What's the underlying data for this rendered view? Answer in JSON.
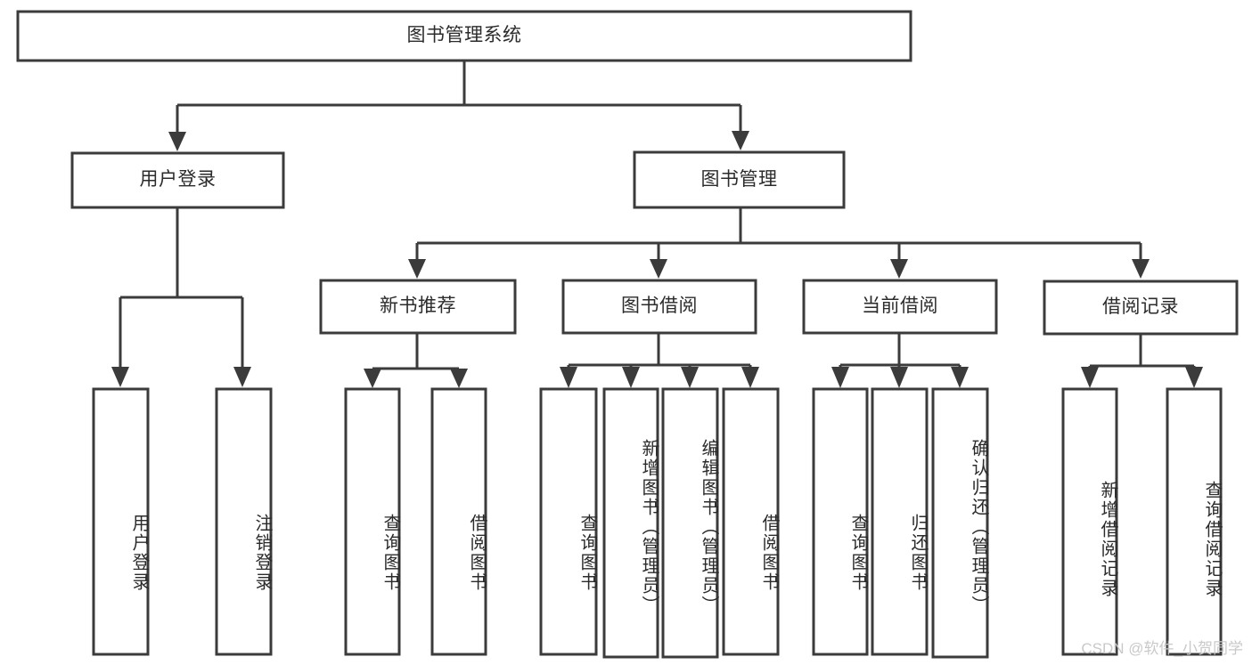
{
  "diagram": {
    "title": "图书管理系统",
    "watermark": "CSDN @软件_小贺同学",
    "colors": {
      "stroke": "#3b3b3b",
      "fill": "#ffffff",
      "text": "#2b2b2b",
      "watermark": "#c9c9c9",
      "background": "#ffffff"
    },
    "nodes": {
      "root": {
        "label": "图书管理系统"
      },
      "level1": [
        {
          "label": "用户登录"
        },
        {
          "label": "图书管理"
        }
      ],
      "level2": [
        {
          "label": "新书推荐"
        },
        {
          "label": "图书借阅"
        },
        {
          "label": "当前借阅"
        },
        {
          "label": "借阅记录"
        }
      ],
      "leaves": {
        "user_login": [
          {
            "label": "用户登录"
          },
          {
            "label": "注销登录"
          }
        ],
        "new_book_recommend": [
          {
            "label": "查询图书"
          },
          {
            "label": "借阅图书"
          }
        ],
        "book_borrow": [
          {
            "label": "查询图书"
          },
          {
            "label": "新增图书（管理员）"
          },
          {
            "label": "编辑图书（管理员）"
          },
          {
            "label": "借阅图书"
          }
        ],
        "current_borrow": [
          {
            "label": "查询图书"
          },
          {
            "label": "归还图书"
          },
          {
            "label": "确认归还（管理员）"
          }
        ],
        "borrow_record": [
          {
            "label": "新增借阅记录"
          },
          {
            "label": "查询借阅记录"
          }
        ]
      }
    }
  }
}
